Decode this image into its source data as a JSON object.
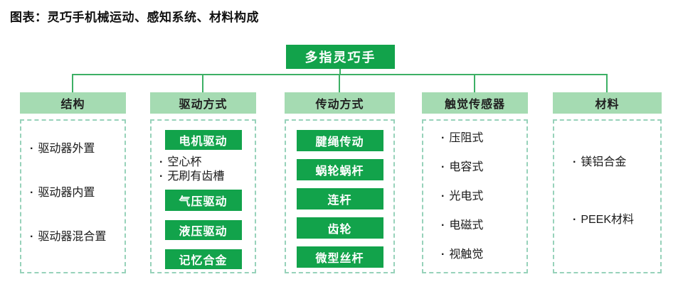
{
  "title": "图表：灵巧手机械运动、感知系统、材料构成",
  "bullet_char": "·",
  "root": {
    "label": "多指灵巧手"
  },
  "colors": {
    "node_green": "#12A34B",
    "header_green": "#A5DBB2",
    "line_green": "#3DB065",
    "dash_border_green": "#97D2BA",
    "box_text": "#ffffff",
    "body_text": "#1a1a1a"
  },
  "branches": [
    {
      "header": "结构",
      "items": [
        {
          "type": "bullet",
          "label": "驱动器外置"
        },
        {
          "type": "bullet",
          "label": "驱动器内置"
        },
        {
          "type": "bullet",
          "label": "驱动器混合置"
        }
      ]
    },
    {
      "header": "驱动方式",
      "items": [
        {
          "type": "box",
          "label": "电机驱动"
        },
        {
          "type": "bullet",
          "label": "空心杯"
        },
        {
          "type": "bullet",
          "label": "无刷有齿槽"
        },
        {
          "type": "box",
          "label": "气压驱动"
        },
        {
          "type": "box",
          "label": "液压驱动"
        },
        {
          "type": "box",
          "label": "记忆合金"
        }
      ]
    },
    {
      "header": "传动方式",
      "items": [
        {
          "type": "box",
          "label": "腱绳传动"
        },
        {
          "type": "box",
          "label": "蜗轮蜗杆"
        },
        {
          "type": "box",
          "label": "连杆"
        },
        {
          "type": "box",
          "label": "齿轮"
        },
        {
          "type": "box",
          "label": "微型丝杆"
        }
      ]
    },
    {
      "header": "触觉传感器",
      "items": [
        {
          "type": "bullet",
          "label": "压阻式"
        },
        {
          "type": "bullet",
          "label": "电容式"
        },
        {
          "type": "bullet",
          "label": "光电式"
        },
        {
          "type": "bullet",
          "label": "电磁式"
        },
        {
          "type": "bullet",
          "label": "视触觉"
        }
      ]
    },
    {
      "header": "材料",
      "items": [
        {
          "type": "bullet",
          "label": "镁铝合金"
        },
        {
          "type": "bullet",
          "label": "PEEK材料"
        }
      ]
    }
  ]
}
